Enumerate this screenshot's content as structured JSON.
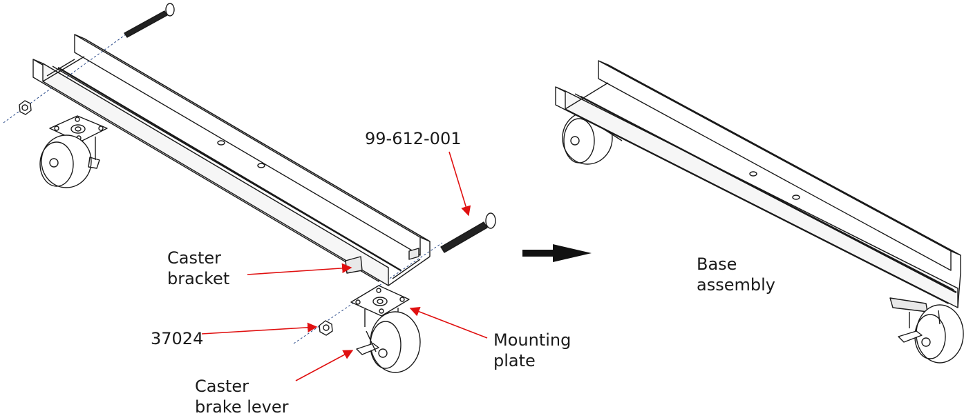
{
  "labels": {
    "part_number_bolt": "99-612-001",
    "caster_bracket": [
      "Caster",
      "bracket"
    ],
    "part_number_nut": "37024",
    "mounting_plate": [
      "Mounting",
      "plate"
    ],
    "caster_brake_lever": [
      "Caster",
      "brake lever"
    ],
    "base_assembly": [
      "Base",
      "assembly"
    ]
  },
  "colors": {
    "line": "#1a1a1a",
    "callout": "#e01010",
    "axis": "#2a4a8a",
    "background": "#ffffff"
  },
  "icons": {
    "arrow": "right-arrow-icon"
  }
}
